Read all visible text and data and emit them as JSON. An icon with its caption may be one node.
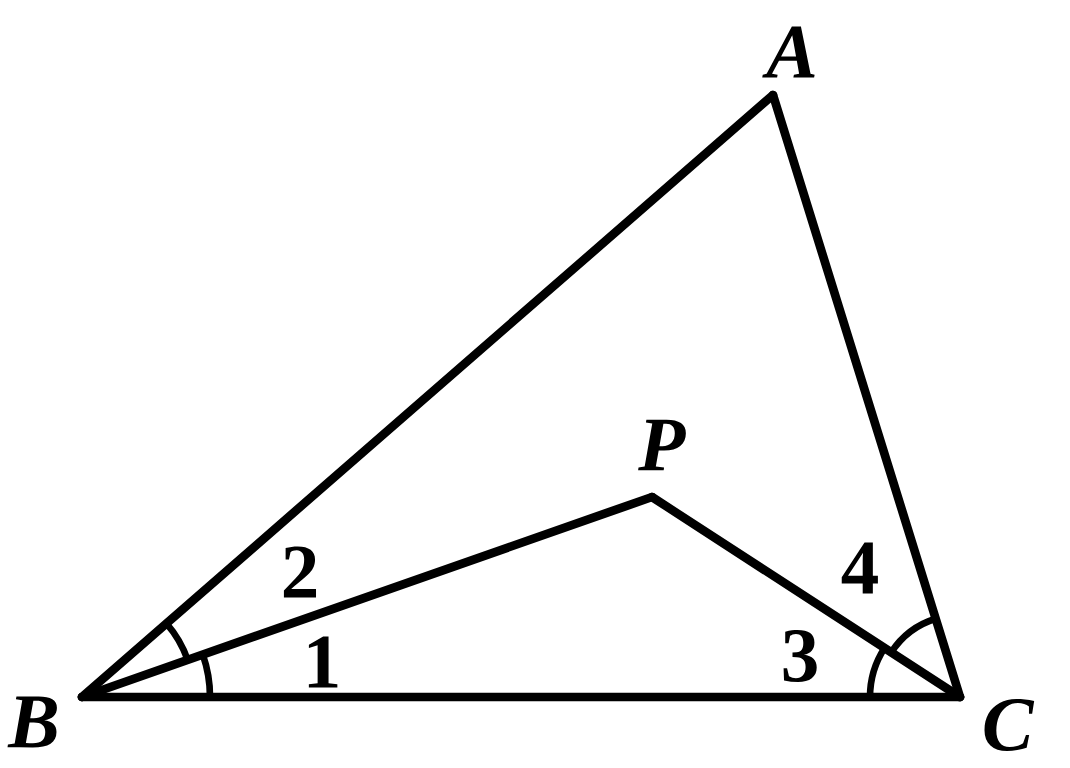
{
  "diagram": {
    "nodes": [
      {
        "text": [
          "*A*"
        ]
      },
      {
        "text": [
          "*P*"
        ]
      },
      {
        "text": [
          "*B*"
        ]
      },
      {
        "text": [
          "*C*"
        ]
      }
    ],
    "edges": [
      {
        "from": 0,
        "to": 2,
        "arrow": "none"
      },
      {
        "from": 0,
        "to": 3,
        "arrow": "none"
      },
      {
        "from": 2,
        "to": 3,
        "arrow": "none"
      },
      {
        "from": 2,
        "to": 1,
        "arrow": "none"
      },
      {
        "from": 1,
        "to": 3,
        "arrow": "none"
      }
    ],
    "labels": [
      "2",
      "4",
      "1",
      "3"
    ]
  }
}
